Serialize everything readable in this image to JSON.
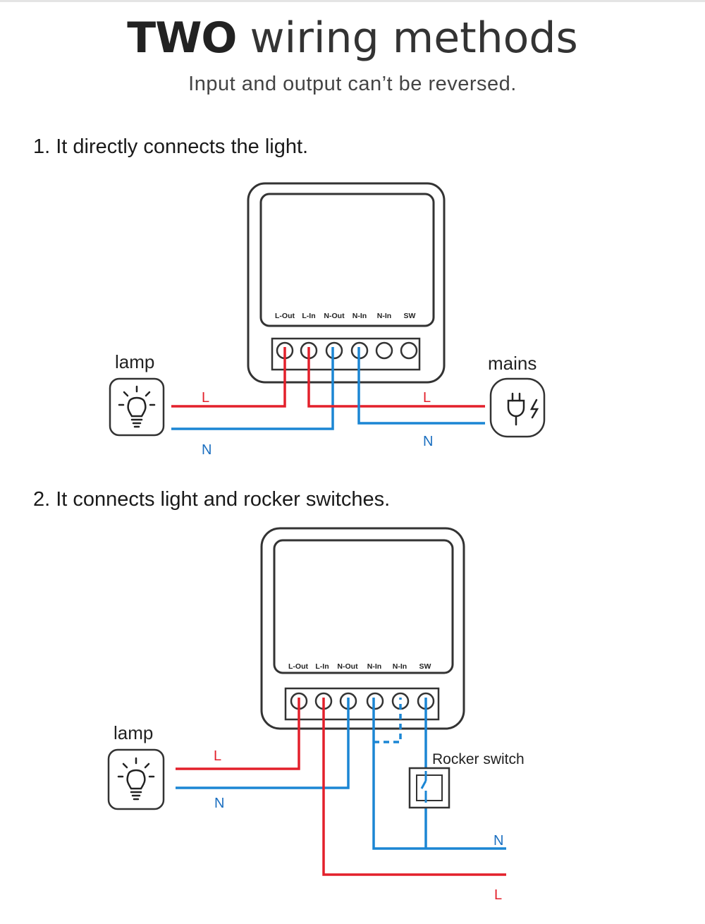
{
  "header": {
    "title_bold": "TWO",
    "title_rest": " wiring methods",
    "subtitle": "Input and output can’t be reversed."
  },
  "method1": {
    "heading": "1. It directly connects the light.",
    "terminals": [
      "L-Out",
      "L-In",
      "N-Out",
      "N-In",
      "N-In",
      "SW"
    ],
    "lamp_label": "lamp",
    "mains_label": "mains",
    "wire_labels": {
      "lamp_L": "L",
      "lamp_N": "N",
      "mains_L": "L",
      "mains_N": "N"
    }
  },
  "method2": {
    "heading": "2. It connects light and rocker switches.",
    "terminals": [
      "L-Out",
      "L-In",
      "N-Out",
      "N-In",
      "N-In",
      "SW"
    ],
    "lamp_label": "lamp",
    "switch_label": "Rocker switch",
    "wire_labels": {
      "lamp_L": "L",
      "lamp_N": "N",
      "supply_N": "N",
      "supply_L": "L"
    }
  },
  "colors": {
    "live": "#e3202b",
    "neutral": "#1b86d4",
    "outline": "#333333"
  },
  "icons": {
    "lamp": "lightbulb-icon",
    "mains": "plug-icon"
  }
}
